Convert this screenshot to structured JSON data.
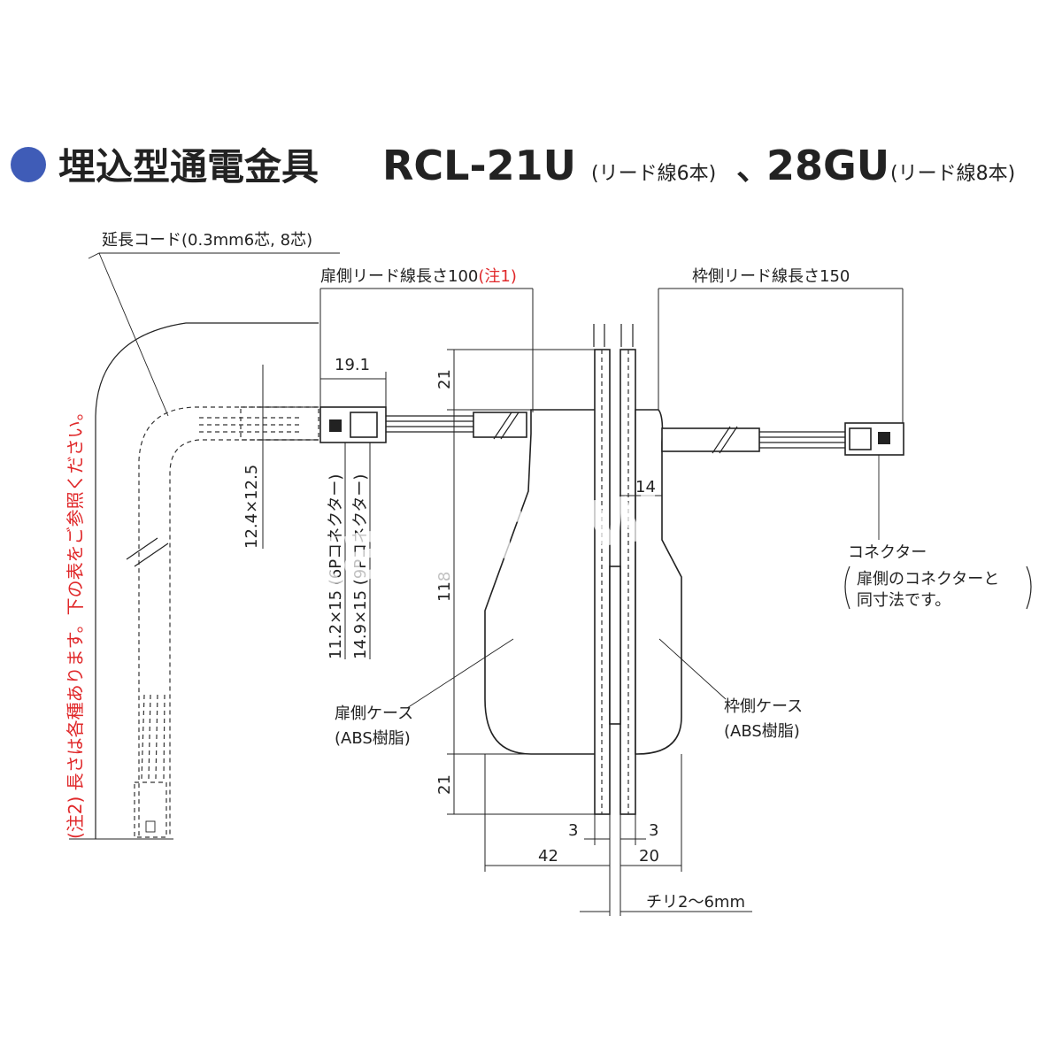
{
  "header": {
    "title_jp": "埋込型通電金具",
    "model_1": "RCL-21U",
    "note_1": "(リード線6本)",
    "sep": "、",
    "model_2": "28GU",
    "note_2": "(リード線8本)",
    "bullet_color": "#3f5cb7"
  },
  "labels": {
    "extension_cord": "延長コード(0.3mm6芯, 8芯)",
    "door_lead": "扉側リード線長さ100",
    "door_lead_note": "(注1)",
    "frame_lead": "枠側リード線長さ150",
    "connector": "コネクター",
    "connector_note_1": "扉側のコネクターと",
    "connector_note_2": "同寸法です。",
    "door_case_1": "扉側ケース",
    "door_case_2": "(ABS樹脂)",
    "frame_case_1": "枠側ケース",
    "frame_case_2": "(ABS樹脂)",
    "note2": "(注2) 長さは各種あります。下の表をご参照ください。",
    "connector_6p": "11.2×15 (6Pコネクター)",
    "connector_9p": "14.9×15 (9Pコネクター)",
    "clearance": "チリ2〜6mm"
  },
  "dimensions": {
    "d19_1": "19.1",
    "d12_4": "12.4×12.5",
    "d21_top": "21",
    "d118": "118",
    "d21_bottom": "21",
    "d14": "14",
    "d3_left": "3",
    "d3_right": "3",
    "d42": "42",
    "d20": "20"
  },
  "watermark": "kagitown"
}
